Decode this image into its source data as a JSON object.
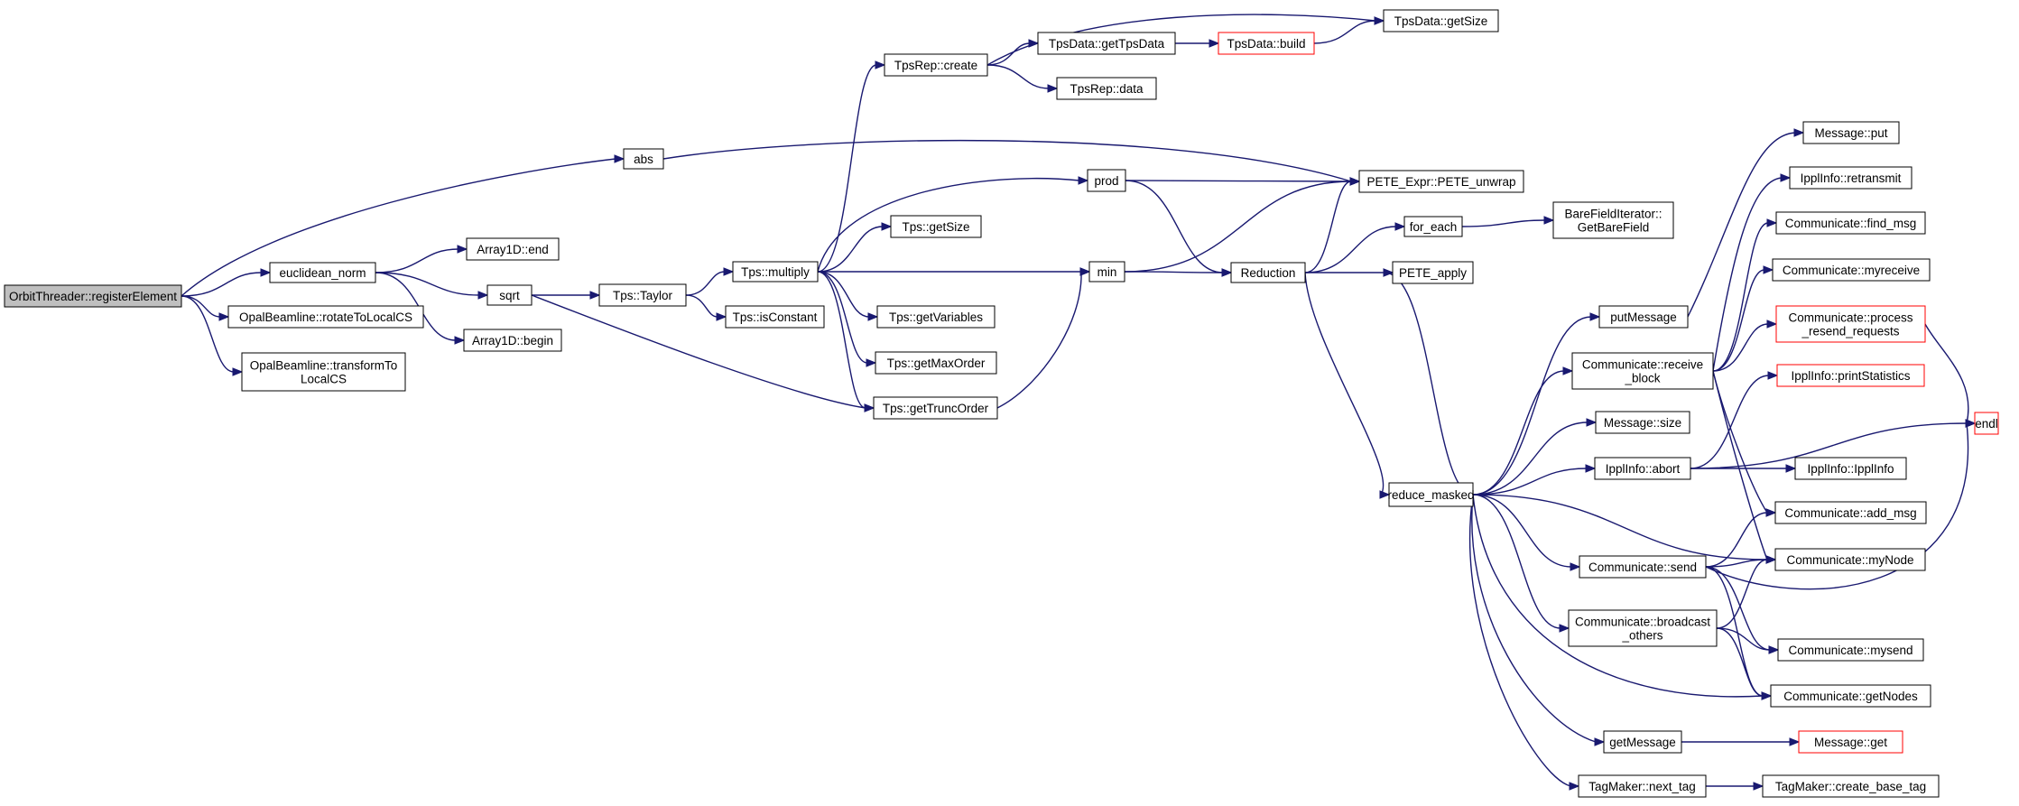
{
  "colors": {
    "edge": "#191970",
    "node_border": "#000000",
    "node_border_truncated": "#ff0000",
    "root_fill": "#bfbfbf",
    "node_fill": "#ffffff"
  },
  "nodes": [
    {
      "id": "root",
      "lines": [
        "OrbitThreader::registerElement"
      ],
      "style": "root"
    },
    {
      "id": "abs",
      "lines": [
        "abs"
      ]
    },
    {
      "id": "euclidean_norm",
      "lines": [
        "euclidean_norm"
      ]
    },
    {
      "id": "rotateToLocalCS",
      "lines": [
        "OpalBeamline::rotateToLocalCS"
      ]
    },
    {
      "id": "transformToLocalCS",
      "lines": [
        "OpalBeamline::transformTo",
        "LocalCS"
      ]
    },
    {
      "id": "array_end",
      "lines": [
        "Array1D::end"
      ]
    },
    {
      "id": "sqrt",
      "lines": [
        "sqrt"
      ]
    },
    {
      "id": "array_begin",
      "lines": [
        "Array1D::begin"
      ]
    },
    {
      "id": "tps_taylor",
      "lines": [
        "Tps::Taylor"
      ]
    },
    {
      "id": "tps_multiply",
      "lines": [
        "Tps::multiply"
      ]
    },
    {
      "id": "tps_isconstant",
      "lines": [
        "Tps::isConstant"
      ]
    },
    {
      "id": "tpsrep_create",
      "lines": [
        "TpsRep::create"
      ]
    },
    {
      "id": "tps_getsize",
      "lines": [
        "Tps::getSize"
      ]
    },
    {
      "id": "tps_getvariables",
      "lines": [
        "Tps::getVariables"
      ]
    },
    {
      "id": "tps_getmaxorder",
      "lines": [
        "Tps::getMaxOrder"
      ]
    },
    {
      "id": "tps_gettruncorder",
      "lines": [
        "Tps::getTruncOrder"
      ]
    },
    {
      "id": "tpsdata_gettpsdata",
      "lines": [
        "TpsData::getTpsData"
      ]
    },
    {
      "id": "tpsrep_data",
      "lines": [
        "TpsRep::data"
      ]
    },
    {
      "id": "tpsdata_build",
      "lines": [
        "TpsData::build"
      ],
      "style": "truncated"
    },
    {
      "id": "tpsdata_getsize",
      "lines": [
        "TpsData::getSize"
      ]
    },
    {
      "id": "prod",
      "lines": [
        "prod"
      ]
    },
    {
      "id": "min",
      "lines": [
        "min"
      ]
    },
    {
      "id": "reduction",
      "lines": [
        "Reduction"
      ]
    },
    {
      "id": "pete_unwrap",
      "lines": [
        "PETE_Expr::PETE_unwrap"
      ]
    },
    {
      "id": "for_each",
      "lines": [
        "for_each"
      ]
    },
    {
      "id": "pete_apply",
      "lines": [
        "PETE_apply"
      ]
    },
    {
      "id": "bfi_getbarefield",
      "lines": [
        "BareFieldIterator::",
        "GetBareField"
      ]
    },
    {
      "id": "reduce_masked",
      "lines": [
        "reduce_masked"
      ]
    },
    {
      "id": "putmessage",
      "lines": [
        "putMessage"
      ]
    },
    {
      "id": "comm_receive_block",
      "lines": [
        "Communicate::receive",
        "_block"
      ]
    },
    {
      "id": "message_size",
      "lines": [
        "Message::size"
      ]
    },
    {
      "id": "ipplinfo_abort",
      "lines": [
        "IpplInfo::abort"
      ]
    },
    {
      "id": "comm_send",
      "lines": [
        "Communicate::send"
      ]
    },
    {
      "id": "comm_broadcast_others",
      "lines": [
        "Communicate::broadcast",
        "_others"
      ]
    },
    {
      "id": "getmessage",
      "lines": [
        "getMessage"
      ]
    },
    {
      "id": "tagmaker_next_tag",
      "lines": [
        "TagMaker::next_tag"
      ]
    },
    {
      "id": "message_put",
      "lines": [
        "Message::put"
      ]
    },
    {
      "id": "ipplinfo_retransmit",
      "lines": [
        "IpplInfo::retransmit"
      ]
    },
    {
      "id": "comm_find_msg",
      "lines": [
        "Communicate::find_msg"
      ]
    },
    {
      "id": "comm_myreceive",
      "lines": [
        "Communicate::myreceive"
      ]
    },
    {
      "id": "comm_process_resend",
      "lines": [
        "Communicate::process",
        "_resend_requests"
      ],
      "style": "truncated"
    },
    {
      "id": "ipplinfo_printstatistics",
      "lines": [
        "IpplInfo::printStatistics"
      ],
      "style": "truncated"
    },
    {
      "id": "endl",
      "lines": [
        "endl"
      ],
      "style": "truncated"
    },
    {
      "id": "ipplinfo_ipplinfo",
      "lines": [
        "IpplInfo::IpplInfo"
      ]
    },
    {
      "id": "comm_add_msg",
      "lines": [
        "Communicate::add_msg"
      ]
    },
    {
      "id": "comm_mynode",
      "lines": [
        "Communicate::myNode"
      ]
    },
    {
      "id": "comm_mysend",
      "lines": [
        "Communicate::mysend"
      ]
    },
    {
      "id": "comm_getnodes",
      "lines": [
        "Communicate::getNodes"
      ]
    },
    {
      "id": "message_get",
      "lines": [
        "Message::get"
      ],
      "style": "truncated"
    },
    {
      "id": "tagmaker_create_base_tag",
      "lines": [
        "TagMaker::create_base_tag"
      ]
    }
  ],
  "edges": [
    [
      "root",
      "abs"
    ],
    [
      "root",
      "euclidean_norm"
    ],
    [
      "root",
      "rotateToLocalCS"
    ],
    [
      "root",
      "transformToLocalCS"
    ],
    [
      "abs",
      "pete_unwrap"
    ],
    [
      "euclidean_norm",
      "array_end"
    ],
    [
      "euclidean_norm",
      "sqrt"
    ],
    [
      "euclidean_norm",
      "array_begin"
    ],
    [
      "sqrt",
      "tps_taylor"
    ],
    [
      "sqrt",
      "tps_gettruncorder"
    ],
    [
      "tps_taylor",
      "tps_multiply"
    ],
    [
      "tps_taylor",
      "tps_isconstant"
    ],
    [
      "tps_multiply",
      "tpsrep_create"
    ],
    [
      "tps_multiply",
      "prod"
    ],
    [
      "tps_multiply",
      "tps_getsize"
    ],
    [
      "tps_multiply",
      "min"
    ],
    [
      "tps_multiply",
      "tps_getvariables"
    ],
    [
      "tps_multiply",
      "tps_getmaxorder"
    ],
    [
      "tps_multiply",
      "tps_gettruncorder"
    ],
    [
      "tps_gettruncorder",
      "min"
    ],
    [
      "tpsrep_create",
      "tpsdata_getsize"
    ],
    [
      "tpsrep_create",
      "tpsdata_gettpsdata"
    ],
    [
      "tpsrep_create",
      "tpsrep_data"
    ],
    [
      "tpsdata_gettpsdata",
      "tpsdata_build"
    ],
    [
      "tpsdata_build",
      "tpsdata_getsize"
    ],
    [
      "prod",
      "pete_unwrap"
    ],
    [
      "prod",
      "reduction"
    ],
    [
      "min",
      "pete_unwrap"
    ],
    [
      "min",
      "reduction"
    ],
    [
      "reduction",
      "pete_unwrap"
    ],
    [
      "reduction",
      "for_each"
    ],
    [
      "reduction",
      "pete_apply"
    ],
    [
      "reduction",
      "reduce_masked"
    ],
    [
      "for_each",
      "bfi_getbarefield"
    ],
    [
      "reduce_masked",
      "pete_apply"
    ],
    [
      "reduce_masked",
      "putmessage"
    ],
    [
      "reduce_masked",
      "comm_receive_block"
    ],
    [
      "reduce_masked",
      "message_size"
    ],
    [
      "reduce_masked",
      "ipplinfo_abort"
    ],
    [
      "reduce_masked",
      "comm_mynode"
    ],
    [
      "reduce_masked",
      "comm_send"
    ],
    [
      "reduce_masked",
      "comm_broadcast_others"
    ],
    [
      "reduce_masked",
      "comm_getnodes"
    ],
    [
      "reduce_masked",
      "getmessage"
    ],
    [
      "reduce_masked",
      "tagmaker_next_tag"
    ],
    [
      "putmessage",
      "message_put"
    ],
    [
      "comm_receive_block",
      "ipplinfo_retransmit"
    ],
    [
      "comm_receive_block",
      "comm_find_msg"
    ],
    [
      "comm_receive_block",
      "comm_myreceive"
    ],
    [
      "comm_receive_block",
      "comm_process_resend"
    ],
    [
      "comm_receive_block",
      "comm_add_msg"
    ],
    [
      "comm_receive_block",
      "comm_mynode"
    ],
    [
      "comm_process_resend",
      "endl"
    ],
    [
      "ipplinfo_abort",
      "ipplinfo_printstatistics"
    ],
    [
      "ipplinfo_abort",
      "endl"
    ],
    [
      "ipplinfo_abort",
      "ipplinfo_ipplinfo"
    ],
    [
      "comm_send",
      "comm_add_msg"
    ],
    [
      "comm_send",
      "comm_mynode"
    ],
    [
      "comm_send",
      "endl"
    ],
    [
      "comm_send",
      "comm_mysend"
    ],
    [
      "comm_send",
      "comm_getnodes"
    ],
    [
      "comm_broadcast_others",
      "comm_mynode"
    ],
    [
      "comm_broadcast_others",
      "comm_mysend"
    ],
    [
      "comm_broadcast_others",
      "comm_getnodes"
    ],
    [
      "getmessage",
      "message_get"
    ],
    [
      "tagmaker_next_tag",
      "tagmaker_create_base_tag"
    ]
  ]
}
